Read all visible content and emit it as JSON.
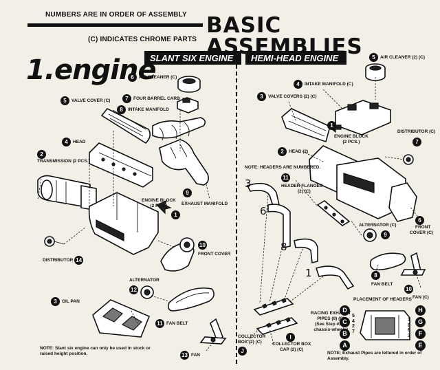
{
  "header": {
    "assembly_order_note": "NUMBERS ARE IN ORDER OF ASSEMBLY",
    "chrome_note": "(C) INDICATES CHROME PARTS",
    "title": "BASIC ASSEMBLIES"
  },
  "section": {
    "number": "1.",
    "title": "engine"
  },
  "slant_six": {
    "title": "SLANT SIX ENGINE",
    "labels": {
      "air_cleaner": "AIR CLEANER (C)",
      "four_barrel_carb": "FOUR BARREL CARB",
      "intake_manifold": "INTAKE MANIFOLD",
      "valve_cover": "VALVE COVER (C)",
      "head": "HEAD",
      "transmission": "TRANSMISSION (2 pcs.)",
      "exhaust_manifold": "EXHAUST MANIFOLD",
      "engine_block": "ENGINE BLOCK",
      "engine_block_pcs": "(2 pcs.)",
      "distributor": "DISTRIBUTOR",
      "front_cover": "FRONT COVER",
      "alternator": "ALTERNATOR",
      "oil_pan": "OIL PAN",
      "fan_belt": "FAN BELT",
      "fan": "FAN"
    },
    "numbers": {
      "air_cleaner": "6",
      "four_barrel_carb": "7",
      "intake_manifold": "8",
      "valve_cover": "5",
      "head": "4",
      "transmission": "2",
      "exhaust_manifold": "9",
      "engine_block": "1",
      "distributor": "14",
      "front_cover": "10",
      "alternator": "12",
      "oil_pan": "3",
      "fan_belt": "11",
      "fan": "13"
    },
    "note": "NOTE: Slant six engine can only be used in stock or raised height position."
  },
  "hemi": {
    "title": "HEMI-HEAD ENGINE",
    "labels": {
      "air_cleaner": "AIR CLEANER (2) (C)",
      "intake_manifold": "INTAKE MANIFOLD (C)",
      "valve_covers": "VALVE COVERS (2) (C)",
      "engine_block": "ENGINE BLOCK",
      "engine_block_pcs": "(2 pcs.)",
      "distributor": "DISTRIBUTOR (C)",
      "head": "HEAD (2)",
      "headers_note": "NOTE: Headers are numbered.",
      "header_flanges": "HEADER FLANGES",
      "header_flanges_qty": "(2) (C)",
      "alternator": "ALTERNATOR (C)",
      "front_cover": "FRONT",
      "front_cover_2": "COVER (C)",
      "fan_belt": "FAN BELT",
      "fan": "FAN (C)",
      "racing_exhaust": "RACING EXHAUST",
      "racing_exhaust_2": "PIPES (8) (C)",
      "racing_exhaust_3": "(See Step #3 in",
      "racing_exhaust_4": "chassis-wheels)",
      "collector_box": "COLLECTOR",
      "collector_box_2": "BOX (2) (C)",
      "collector_box_cap": "COLLECTOR BOX",
      "collector_box_cap_2": "CAP (2) (C)",
      "placement_title": "PLACEMENT OF HEADERS"
    },
    "numbers": {
      "air_cleaner": "5",
      "intake_manifold": "4",
      "valve_covers": "3",
      "engine_block": "1",
      "distributor": "7",
      "head": "2",
      "header_flanges": "11",
      "alternator": "9",
      "front_cover": "6",
      "fan_belt": "8",
      "fan": "10",
      "collector_box": "J",
      "collector_box_cap": "I"
    },
    "header_numbers": [
      "3",
      "6",
      "8",
      "1"
    ],
    "placement_letters_left": [
      "A",
      "B",
      "C",
      "D"
    ],
    "placement_letters_right": [
      "E",
      "F",
      "G",
      "H"
    ],
    "placement_digits_left": [
      "5",
      "4",
      "2",
      "7"
    ],
    "placement_digits_right": [
      "1",
      "8",
      "6",
      "3"
    ],
    "note": "NOTE: Exhaust Pipes are lettered in order of Assembly."
  }
}
